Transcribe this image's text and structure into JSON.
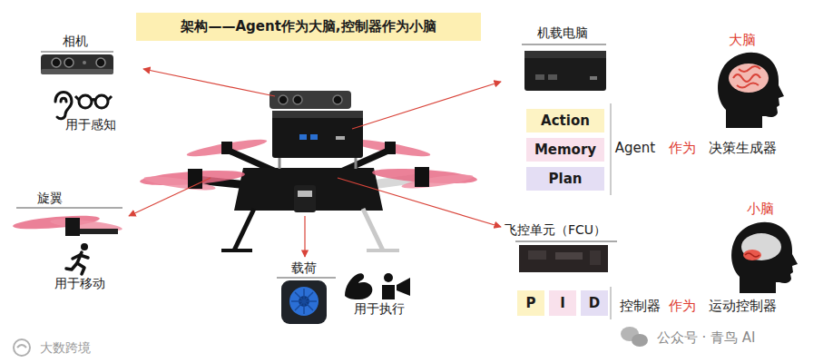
{
  "diagram": {
    "title": "架构——Agent作为大脑,控制器作为小脑",
    "nodes": [
      {
        "text": [
          "相机",
          "用于感知"
        ]
      },
      {
        "text": [
          "旋翼",
          "用于移动"
        ]
      },
      {
        "text": [
          "载荷",
          "用于执行"
        ]
      },
      {
        "text": [
          "机载电脑"
        ]
      },
      {
        "text": [
          "Action"
        ]
      },
      {
        "text": [
          "Memory"
        ]
      },
      {
        "text": [
          "Plan"
        ]
      },
      {
        "text": [
          "飞控单元（FCU）"
        ]
      },
      {
        "text": [
          "P"
        ]
      },
      {
        "text": [
          "I"
        ]
      },
      {
        "text": [
          "D"
        ]
      }
    ],
    "labels": [
      "Agent",
      "作为",
      "决策生成器",
      "大脑",
      "控制器",
      "作为",
      "运动控制器",
      "小脑",
      "大数跨境",
      "公众号 · 青鸟 AI"
    ]
  }
}
